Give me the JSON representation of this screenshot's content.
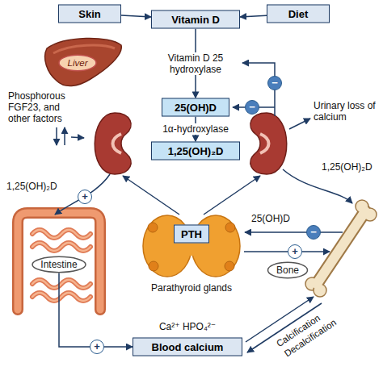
{
  "diagram": {
    "nodes": [
      {
        "text": [
          "Skin"
        ]
      },
      {
        "text": [
          "Vitamin D"
        ]
      },
      {
        "text": [
          "Diet"
        ]
      },
      {
        "text": [
          "Liver"
        ]
      },
      {
        "text": [
          "25(OH)D"
        ]
      },
      {
        "text": [
          "1,25(OH)₂D"
        ]
      },
      {
        "text": [
          "Intestine"
        ]
      },
      {
        "text": [
          "PTH"
        ]
      },
      {
        "text": [
          "Bone"
        ]
      },
      {
        "text": [
          "Blood calcium"
        ]
      }
    ],
    "edges": [
      {
        "from": 0,
        "to": 1,
        "arrow": "to"
      },
      {
        "from": 2,
        "to": 1,
        "arrow": "to"
      },
      {
        "from": 1,
        "to": 4,
        "label": "Vitamin D 25 hydroxylase",
        "arrow": "to"
      },
      {
        "from": 4,
        "to": 5,
        "label": "1α-hydroxylase",
        "arrow": "to"
      },
      {
        "from": 6,
        "to": 9,
        "arrow": "to"
      }
    ],
    "labels": [
      "Phosphorous FGF23, and other factors",
      "Urinary loss of calcium",
      "1,25(OH)₂D",
      "1,25(OH)₂D",
      "25(OH)D",
      "Parathyroid glands",
      "Calcification",
      "Decalcification",
      "Ca²⁺ HPO₄²⁻",
      "−",
      "−",
      "+",
      "+",
      "−",
      "+"
    ]
  }
}
